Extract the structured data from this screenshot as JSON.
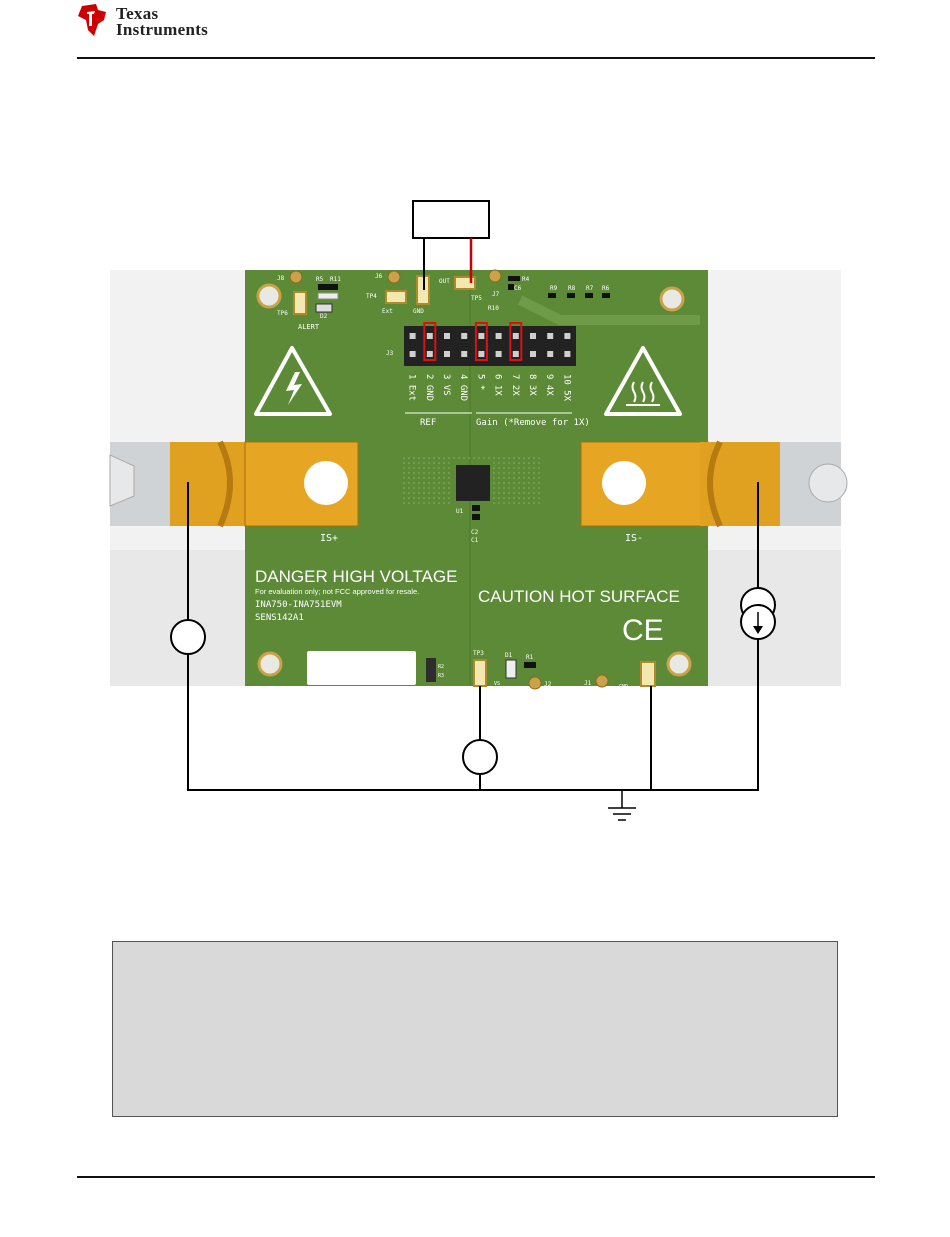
{
  "header": {
    "company_line1": "Texas",
    "company_line2": "Instruments"
  },
  "board": {
    "danger_text": "DANGER HIGH VOLTAGE",
    "eval_text": "For evaluation only; not FCC approved for resale.",
    "part_text": "INA750-INA751EVM",
    "sens_text": "SENS142A1",
    "caution_text": "CAUTION HOT SURFACE",
    "ce_mark": "CE",
    "is_plus": "IS+",
    "is_minus": "IS-",
    "alert_label": "ALERT",
    "j3_label": "J3",
    "ref_label": "REF",
    "gain_label": "Gain (*Remove for 1X)",
    "gnd_top": "GND",
    "out_label": "OUT",
    "ext_label": "Ext",
    "vs_label": "VS",
    "gnd_bottom": "GND",
    "header_columns": [
      {
        "label": "1 Ext"
      },
      {
        "label": "2 GND"
      },
      {
        "label": "3 VS"
      },
      {
        "label": "4 GND"
      },
      {
        "label": "5 *"
      },
      {
        "label": "6 1X"
      },
      {
        "label": "7 2X"
      },
      {
        "label": "8 3X"
      },
      {
        "label": "9 4X"
      },
      {
        "label": "10 5X"
      }
    ],
    "designators": {
      "j8": "J8",
      "r5": "R5",
      "r11": "R11",
      "tp6": "TP6",
      "d2": "D2",
      "j6": "J6",
      "tp4": "TP4",
      "tp5": "TP5",
      "r10": "R10",
      "j7": "J7",
      "r4": "R4",
      "c6": "C6",
      "r9": "R9",
      "r8": "R8",
      "r7": "R7",
      "r6": "R6",
      "u1": "U1",
      "c2": "C2",
      "c1": "C1",
      "tp3": "TP3",
      "d1": "D1",
      "r1": "R1",
      "j2": "J2",
      "j1": "J1",
      "r2": "R2",
      "r3": "R3"
    }
  },
  "colors": {
    "pcb_green": "#5c8a37",
    "copper_bar": "#e0a020",
    "jumper_highlight": "#dd1111",
    "output_wire": "#cc0000",
    "note_box": "#d9d9d9"
  }
}
